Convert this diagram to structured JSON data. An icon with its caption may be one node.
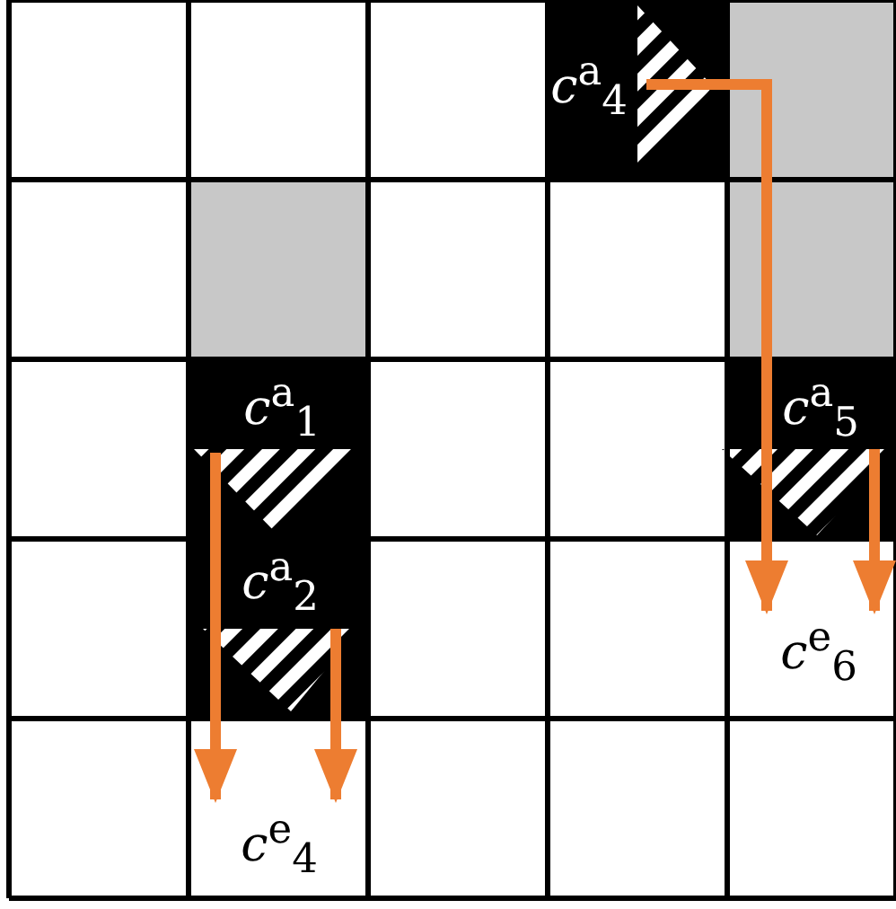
{
  "diagram": {
    "nodes": [
      {
        "text": [
          "*c*$^{a}$$_{4}$"
        ]
      },
      {
        "text": [
          "*c*$^{a}$$_{1}$"
        ]
      },
      {
        "text": [
          "*c*$^{a}$$_{5}$"
        ]
      },
      {
        "text": [
          "*c*$^{a}$$_{2}$"
        ]
      },
      {
        "text": [
          "*c*$^{e}$$_{6}$"
        ]
      },
      {
        "text": [
          "*c*$^{e}$$_{4}$"
        ]
      }
    ],
    "edges": [
      {
        "from": 1,
        "to": 5,
        "arrow": "to"
      },
      {
        "from": 3,
        "to": 5,
        "arrow": "to"
      },
      {
        "from": 0,
        "to": 4,
        "arrow": "to"
      },
      {
        "from": 2,
        "to": 4,
        "arrow": "to"
      }
    ]
  }
}
